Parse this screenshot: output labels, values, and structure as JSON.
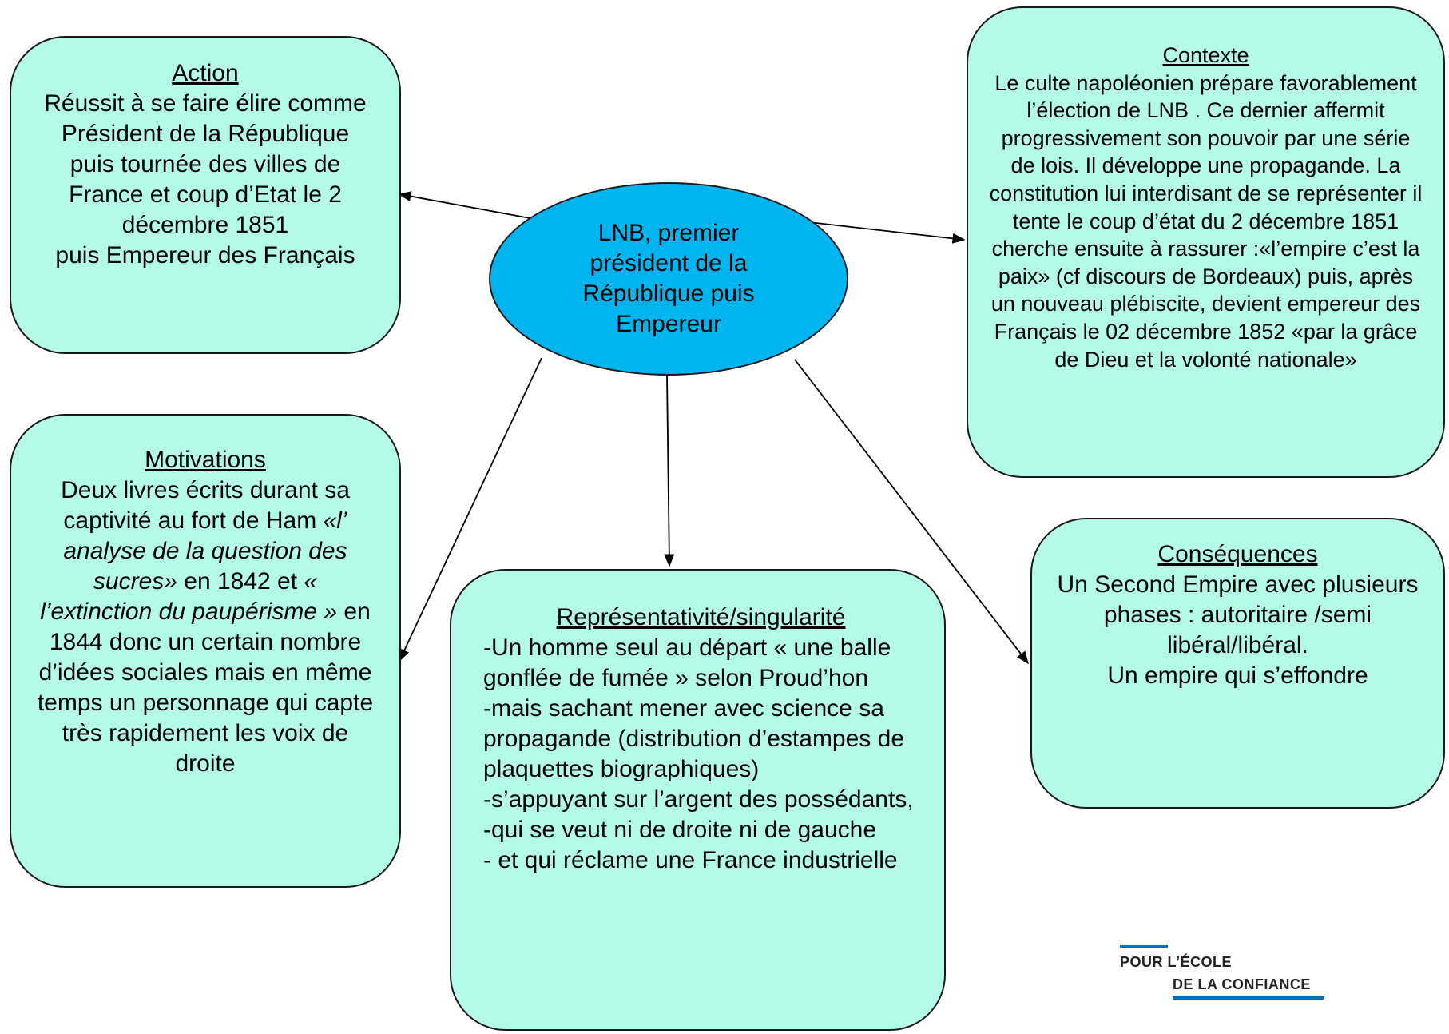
{
  "center": {
    "text": "LNB, premier président de la République puis Empereur",
    "color": "#00b4f0"
  },
  "box_color": "#b3fbe8",
  "action": {
    "heading": "Action",
    "text": "Réussit à se faire élire comme Président de la République\npuis tournée des villes de France et coup d’Etat le 2 décembre 1851\npuis Empereur des Français"
  },
  "contexte": {
    "heading": "Contexte",
    "text": "Le culte napoléonien prépare favorablement l’élection de LNB . Ce dernier affermit progressivement son pouvoir par une série de lois. Il développe une propagande. La constitution lui interdisant de se représenter il tente le coup d’état du 2 décembre 1851 cherche ensuite à rassurer :«l’empire c’est la paix» (cf discours de Bordeaux) puis, après un nouveau plébiscite, devient empereur des Français le 02 décembre 1852 «par la grâce de Dieu et la volonté nationale»"
  },
  "motivations": {
    "heading": "Motivations",
    "text_1": "Deux livres écrits durant sa captivité au fort de Ham ",
    "title_1": "«l’ analyse de la question des sucres»",
    "text_2": " en 1842 et ",
    "title_2": "« l’extinction du paupérisme »",
    "text_3": " en 1844 donc un certain nombre d’idées sociales mais en même temps un personnage qui capte très rapidement les voix de droite"
  },
  "representativite": {
    "heading": "Représentativité/singularité",
    "text": "-Un homme seul au départ « une balle gonflée de fumée » selon Proud’hon\n-mais sachant mener avec science sa propagande (distribution d’estampes de plaquettes biographiques)\n-s’appuyant sur l’argent des possédants,\n-qui se veut ni de droite ni de gauche\n- et qui réclame une France industrielle"
  },
  "consequences": {
    "heading": "Conséquences",
    "text": "Un Second Empire avec plusieurs phases : autoritaire /semi libéral/libéral.\nUn empire qui s’effondre"
  },
  "logo": {
    "line1": "POUR L’ÉCOLE",
    "line2": "DE LA CONFIANCE",
    "accent": "#0070c0"
  }
}
